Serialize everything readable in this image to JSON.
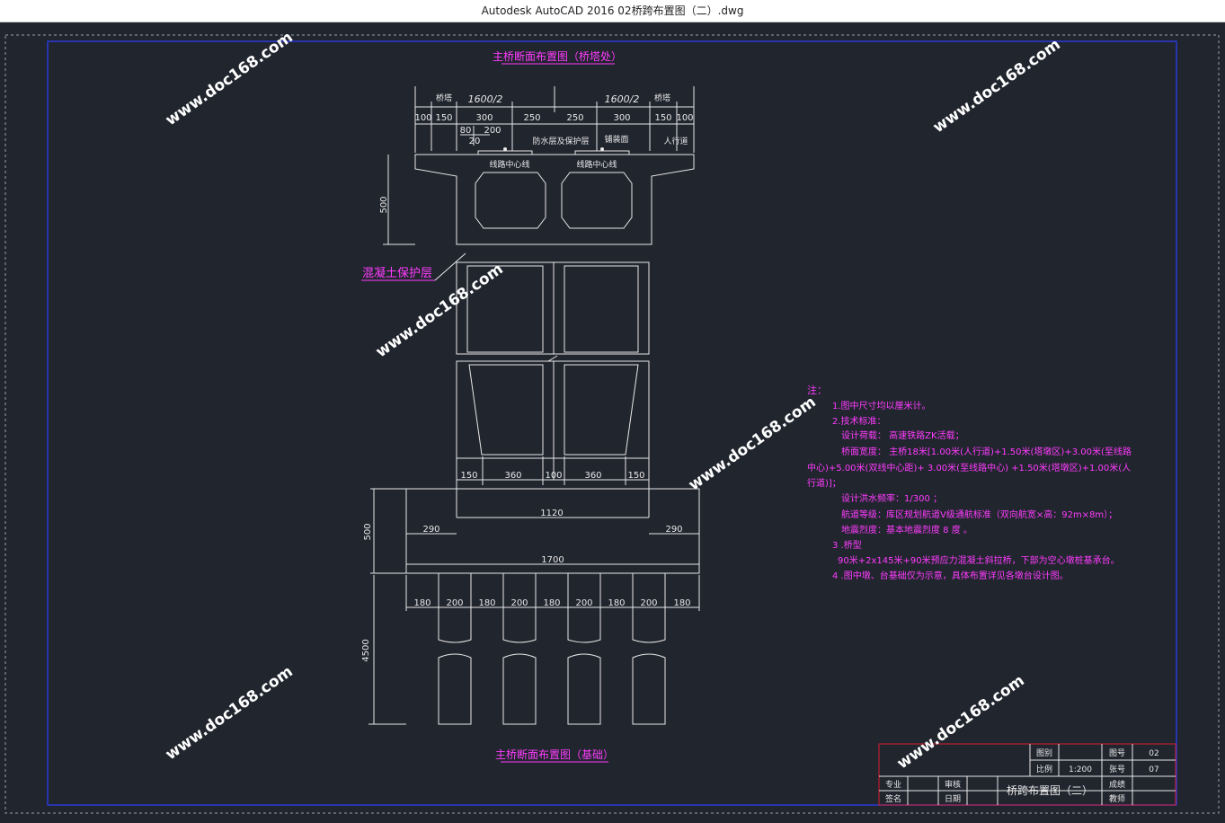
{
  "window": {
    "title": "Autodesk AutoCAD 2016     02桥跨布置图（二）.dwg"
  },
  "drawing": {
    "title_top": "主桥断面布置图（桥塔处）",
    "title_bottom": "主桥断面布置图（基础）",
    "concrete_label": "混凝土保护层",
    "deck": {
      "half_left": "1600/2",
      "half_right": "1600/2",
      "tower_left": "桥塔",
      "tower_right": "桥塔",
      "dims_left": [
        "100",
        "150",
        "300",
        "250"
      ],
      "dims_right": [
        "250",
        "300",
        "150",
        "100"
      ],
      "sub_dims": [
        "80",
        "200",
        "20"
      ],
      "waterproof": "防水层及保护层",
      "bridge_deck": "铺装面",
      "sidewalk": "人行道",
      "centerline_left": "线路中心线",
      "centerline_right": "线路中心线",
      "height": "500"
    },
    "pier_dims": [
      "150",
      "360",
      "100",
      "360",
      "150"
    ],
    "footing": {
      "width_upper": "1120",
      "left": "290",
      "right": "290",
      "total": "1700",
      "height": "500"
    },
    "piles": {
      "dims": [
        "180",
        "200",
        "180",
        "200",
        "180",
        "200",
        "180",
        "200",
        "180"
      ],
      "length": "4500"
    }
  },
  "notes": {
    "heading": "注：",
    "lines": [
      "1.图中尺寸均以厘米计。",
      "2.技术标准：",
      "设计荷载：  高速铁路ZK活载；",
      "桥面宽度：  主桥18米[1.00米(人行道)+1.50米(塔墩区)+3.00米(至线路",
      "中心)+5.00米(双线中心距)+ 3.00米(至线路中心) +1.50米(塔墩区)+1.00米(人",
      "行道)]；",
      "设计洪水频率：1/300 ；",
      "航道等级：库区规划航道Ⅴ级通航标准（双向航宽×高：92m×8m）；",
      "地震烈度：基本地震烈度 8 度 。",
      "3 .桥型",
      "90米+2x145米+90米预应力混凝土斜拉桥，下部为空心墩桩基承台。",
      "4 .图中墩、台基础仅为示意，具体布置详见各墩台设计图。"
    ]
  },
  "title_block": {
    "drawing_no_label": "图号",
    "drawing_no": "02",
    "scale_label": "比例",
    "scale": "1:200",
    "sheet_label": "张号",
    "sheet": "07",
    "drawn_label": "图别",
    "major_label": "专业",
    "check_label": "审核",
    "name_label": "签名",
    "date_label": "日期",
    "result_label": "成绩",
    "teacher_label": "教师",
    "sheet_title": "桥跨布置图（二）"
  },
  "watermark": "www.doc168.com",
  "colors": {
    "background": "#21252e",
    "line": "#e8e8e8",
    "annotation": "#ff3cff",
    "frame": "#2a3ad6",
    "titleblock": "#d8202e"
  }
}
